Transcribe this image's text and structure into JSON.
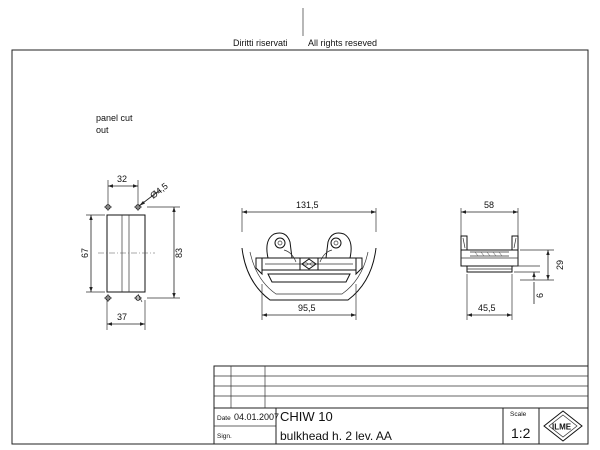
{
  "header": {
    "rights_it": "Diritti riservati",
    "rights_en": "All rights reseved"
  },
  "panel_cutout": {
    "label_line1": "panel cut",
    "label_line2": "out",
    "dim_top": "32",
    "dim_hole": "Ø4,5",
    "dim_left": "67",
    "dim_right": "83",
    "dim_bottom": "37"
  },
  "front_view": {
    "dim_top": "131,5",
    "dim_bottom": "95,5"
  },
  "side_view": {
    "dim_top": "58",
    "dim_bottom": "45,5",
    "dim_height": "29",
    "dim_small": "6"
  },
  "title_block": {
    "date_label": "Date",
    "date_value": "04.01.2007",
    "sign_label": "Sign.",
    "part_code": "CHIW 10",
    "description": "bulkhead h. 2 lev. AA",
    "scale_label": "Scale",
    "scale_value": "1:2",
    "logo_text": "ILME"
  }
}
